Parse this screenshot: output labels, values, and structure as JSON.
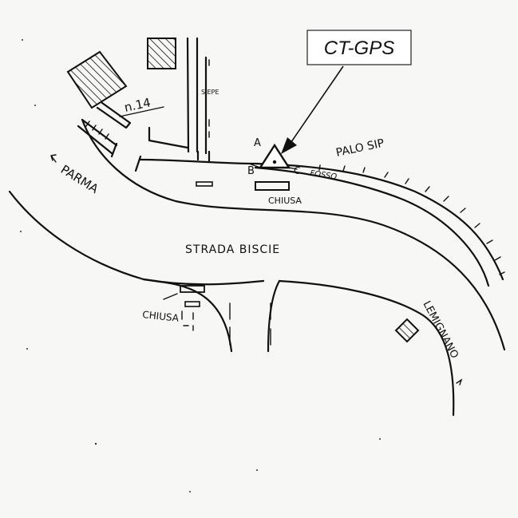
{
  "callout": {
    "label": "CT-GPS"
  },
  "labels": {
    "parma": "PARMA",
    "strada": "STRADA BISCIE",
    "lemignano": "LEMIGNANO",
    "palo": "PALO SIP",
    "fosso": "FOSSO",
    "siepe": "SIEPE",
    "number": "n.14",
    "chiusa_top": "CHIUSA",
    "chiusa_bottom": "CHIUSA",
    "point_a": "A",
    "point_b": "B",
    "point_c": "C"
  }
}
